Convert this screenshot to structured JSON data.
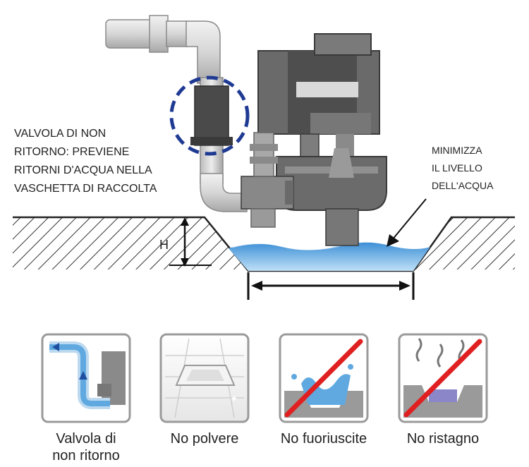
{
  "callouts": {
    "valve_lines": [
      "VALVOLA DI NON",
      "RITORNO: PREVIENE",
      "RITORNI D'ACQUA NELLA",
      "VASCHETTA DI RACCOLTA"
    ],
    "water_lines": [
      "MINIMIZZA",
      "IL LIVELLO",
      "DELL'ACQUA"
    ],
    "height_label": "H"
  },
  "icons": [
    {
      "caption": "Valvola di non ritorno",
      "lines": [
        "Valvola di",
        "non ritorno"
      ],
      "icon": "check-valve-icon"
    },
    {
      "caption": "No polvere",
      "lines": [
        "No polvere"
      ],
      "icon": "ceiling-cassette-icon"
    },
    {
      "caption": "No fuoriuscite",
      "lines": [
        "No fuoriuscite"
      ],
      "icon": "water-spill-icon"
    },
    {
      "caption": "No ristagno",
      "lines": [
        "No ristagno"
      ],
      "icon": "stagnant-water-icon"
    }
  ],
  "colors": {
    "pipe": "#dcdcdc",
    "motor": "#5f5f5f",
    "highlight": "#1f3a93",
    "water": "#5fa9e0",
    "prohibition": "#e02020"
  }
}
